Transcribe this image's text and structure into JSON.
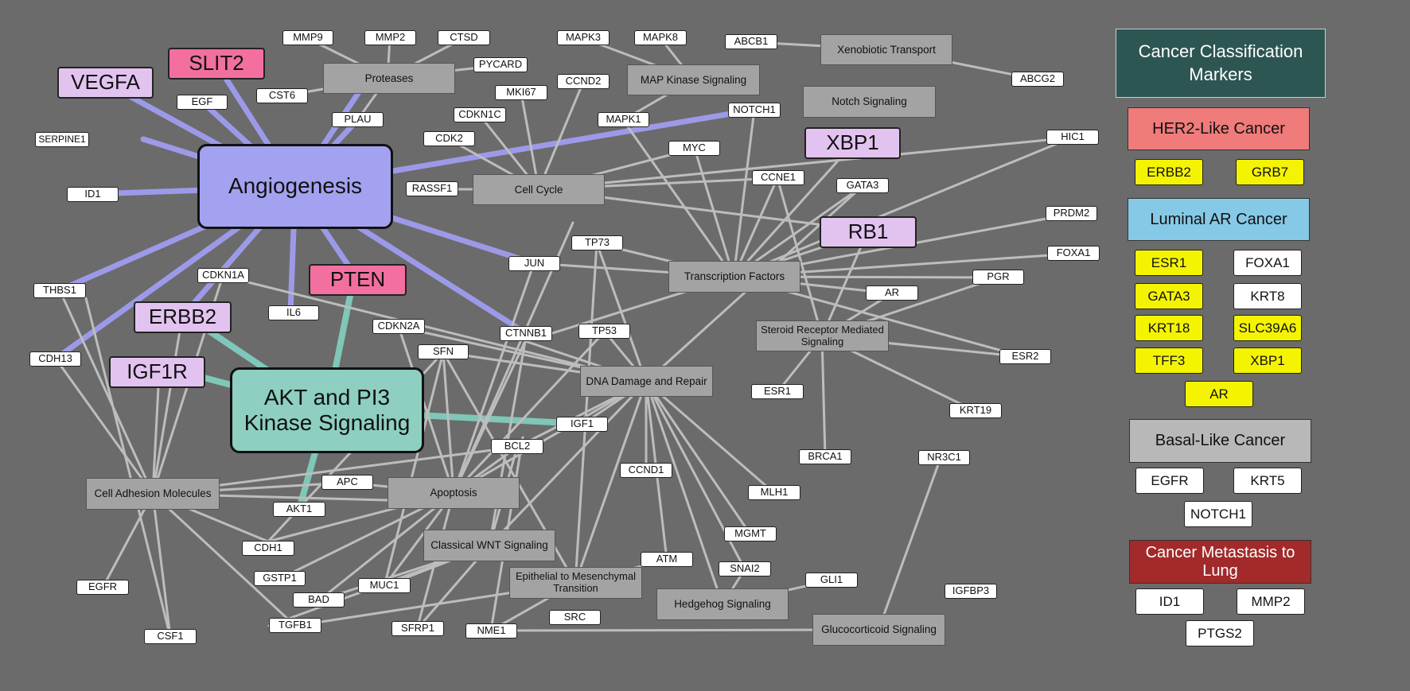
{
  "colors": {
    "background": "#6b6b6b",
    "edge_gray": "#bdbdbd",
    "edge_angiogenesis": "#9c9ae8",
    "edge_akt": "#7fc7b8",
    "hub_angiogenesis": "#a3a2f0",
    "hub_akt": "#8ecfc1",
    "gene_purple": "#e2c3f0",
    "gene_pink": "#f26fa0",
    "pathway_gray": "#a3a3a3",
    "legend_title": "#2d5653",
    "her2": "#ef7b7b",
    "luminal_ar": "#86c9e6",
    "basal": "#b8b8b8",
    "metastasis": "#a22a2a",
    "marker_yellow": "#f4f401"
  },
  "hubs": {
    "angiogenesis": "Angiogenesis",
    "akt_pi3k": "AKT and PI3 Kinase Signaling"
  },
  "pathways": {
    "proteases": "Proteases",
    "map_kinase": "MAP Kinase Signaling",
    "xenobiotic": "Xenobiotic Transport",
    "notch": "Notch Signaling",
    "cell_cycle": "Cell Cycle",
    "transcription_factors": "Transcription Factors",
    "steroid_receptor": "Steroid Receptor Mediated Signaling",
    "dna_damage": "DNA Damage and Repair",
    "cell_adhesion": "Cell Adhesion Molecules",
    "apoptosis": "Apoptosis",
    "wnt": "Classical WNT Signaling",
    "emt": "Epithelial to Mesenchymal Transition",
    "hedgehog": "Hedgehog Signaling",
    "glucocorticoid": "Glucocorticoid Signaling"
  },
  "highlighted_genes": {
    "VEGFA": "VEGFA",
    "SLIT2": "SLIT2",
    "PTEN": "PTEN",
    "ERBB2": "ERBB2",
    "IGF1R": "IGF1R",
    "XBP1": "XBP1",
    "RB1": "RB1"
  },
  "genes": {
    "MMP9": "MMP9",
    "MMP2": "MMP2",
    "CTSD": "CTSD",
    "PYCARD": "PYCARD",
    "CST6": "CST6",
    "EGF": "EGF",
    "PLAU": "PLAU",
    "SERPINE1": "SERPINE1",
    "ID1": "ID1",
    "THBS1": "THBS1",
    "CDH13": "CDH13",
    "CDKN1A": "CDKN1A",
    "IL6": "IL6",
    "CDKN2A": "CDKN2A",
    "SFN": "SFN",
    "MKI67": "MKI67",
    "CDKN1C": "CDKN1C",
    "CDK2": "CDK2",
    "RASSF1": "RASSF1",
    "CCND2": "CCND2",
    "MAPK3": "MAPK3",
    "MAPK8": "MAPK8",
    "MAPK1": "MAPK1",
    "ABCB1": "ABCB1",
    "ABCG2": "ABCG2",
    "NOTCH1": "NOTCH1",
    "MYC": "MYC",
    "CCNE1": "CCNE1",
    "GATA3": "GATA3",
    "HIC1": "HIC1",
    "PRDM2": "PRDM2",
    "FOXA1": "FOXA1",
    "PGR": "PGR",
    "AR": "AR",
    "ESR2": "ESR2",
    "ESR1": "ESR1",
    "KRT19": "KRT19",
    "NR3C1": "NR3C1",
    "BRCA1": "BRCA1",
    "MLH1": "MLH1",
    "MGMT": "MGMT",
    "SNAI2": "SNAI2",
    "GLI1": "GLI1",
    "IGFBP3": "IGFBP3",
    "TP73": "TP73",
    "JUN": "JUN",
    "CTNNB1": "CTNNB1",
    "TP53": "TP53",
    "IGF1": "IGF1",
    "BCL2": "BCL2",
    "CCND1": "CCND1",
    "APC": "APC",
    "AKT1": "AKT1",
    "CDH1": "CDH1",
    "GSTP1": "GSTP1",
    "BAD": "BAD",
    "MUC1": "MUC1",
    "TGFB1": "TGFB1",
    "SFRP1": "SFRP1",
    "NME1": "NME1",
    "SRC": "SRC",
    "ATM": "ATM",
    "EGFR": "EGFR",
    "CSF1": "CSF1"
  },
  "legend": {
    "title": "Cancer Classification Markers",
    "groups": [
      {
        "name": "HER2-Like Cancer",
        "markers": [
          "ERBB2",
          "GRB7"
        ]
      },
      {
        "name": "Luminal AR Cancer",
        "markers": [
          "ESR1",
          "FOXA1",
          "GATA3",
          "KRT8",
          "KRT18",
          "SLC39A6",
          "TFF3",
          "XBP1",
          "AR"
        ]
      },
      {
        "name": "Basal-Like Cancer",
        "markers": [
          "EGFR",
          "KRT5",
          "NOTCH1"
        ]
      },
      {
        "name": "Cancer Metastasis to Lung",
        "markers": [
          "ID1",
          "MMP2",
          "PTGS2"
        ]
      }
    ]
  }
}
